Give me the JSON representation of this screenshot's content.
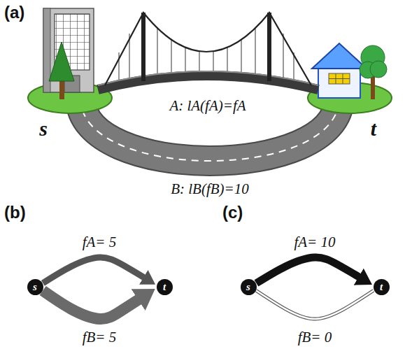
{
  "diagram": {
    "nodes": [
      {
        "text": [
          "s"
        ]
      },
      {
        "text": [
          "t"
        ]
      },
      {
        "text": [
          "s"
        ]
      },
      {
        "text": [
          "t"
        ]
      }
    ],
    "edges": [
      {
        "from": 0,
        "to": 1,
        "arrow": "to",
        "label": "fA= 5"
      },
      {
        "from": 0,
        "to": 1,
        "arrow": "to",
        "label": "fB= 5"
      },
      {
        "from": 2,
        "to": 3,
        "arrow": "to",
        "label": "fA= 10"
      },
      {
        "from": 2,
        "to": 3,
        "arrow": "none",
        "label": "fB= 0"
      }
    ],
    "labels": [
      "(a)",
      "A: lA(fA)=fA",
      "s",
      "t",
      "B: lB(fB)=10",
      "(b)",
      "(c)"
    ]
  }
}
